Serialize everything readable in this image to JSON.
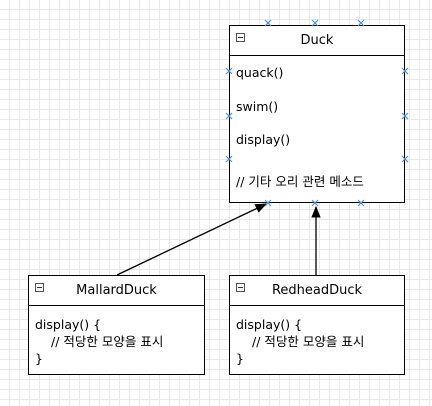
{
  "duck": {
    "title": "Duck",
    "methods": [
      "quack()",
      "swim()",
      "display()",
      "// 기타 오리 관련 메소드"
    ]
  },
  "mallard": {
    "title": "MallardDuck",
    "lines": [
      "display() {",
      "// 적당한 모양을 표시",
      "}"
    ]
  },
  "redhead": {
    "title": "RedheadDuck",
    "lines": [
      "display() {",
      "// 적당한 모양을 표시",
      "}"
    ]
  }
}
